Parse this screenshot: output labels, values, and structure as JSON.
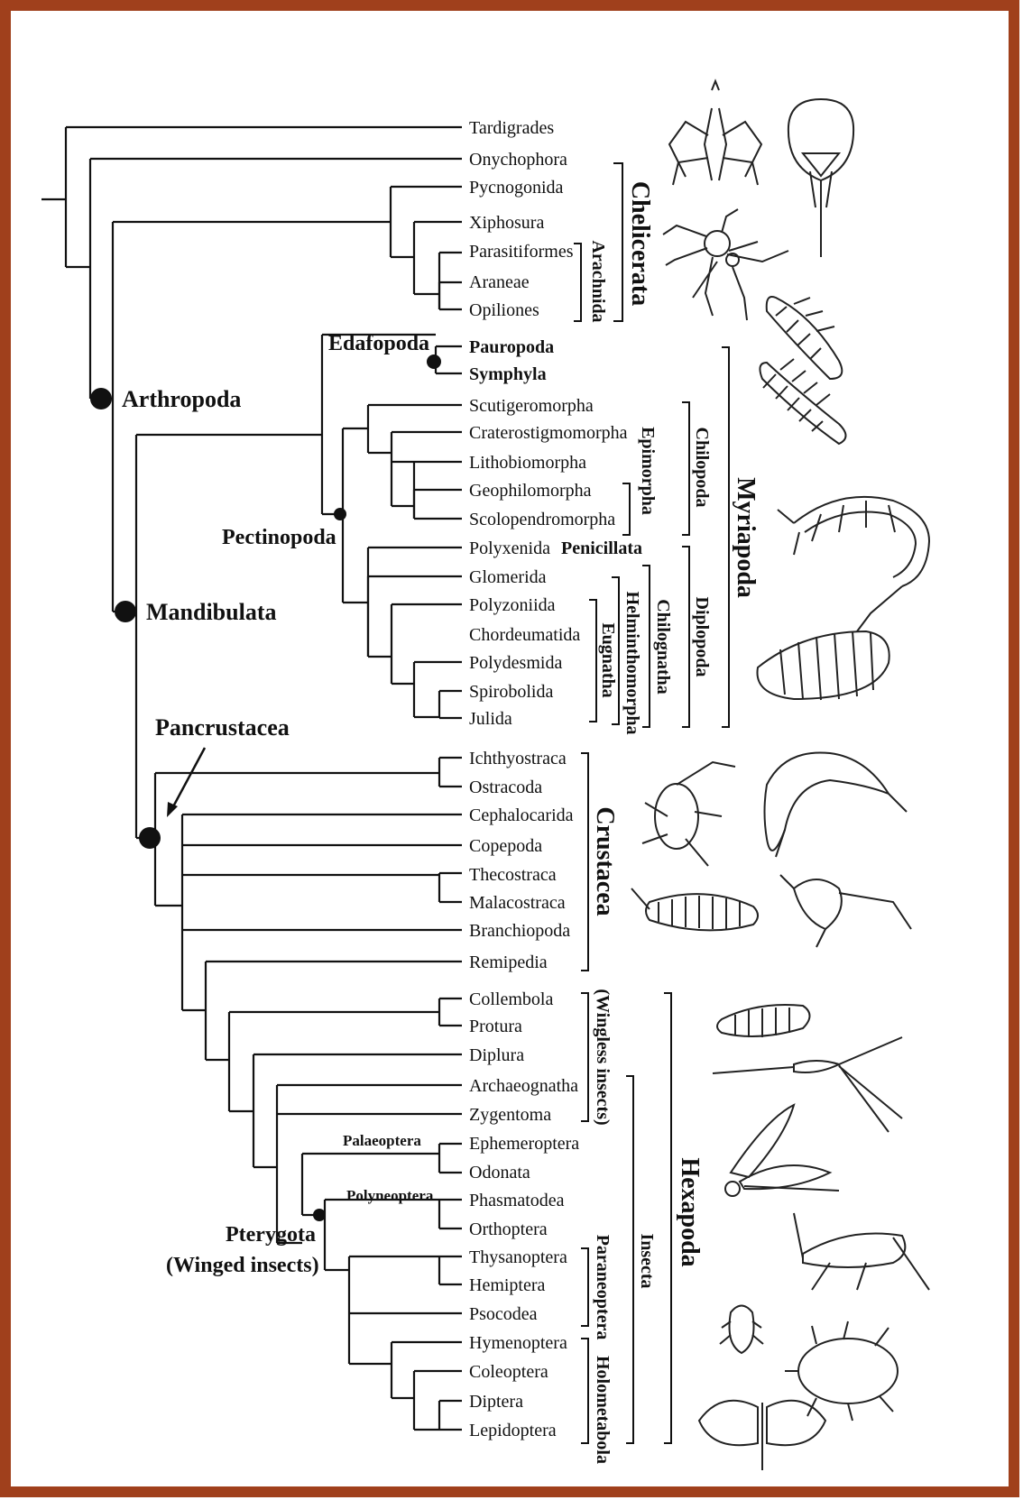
{
  "colors": {
    "frame": "#a0401c",
    "ink": "#111111"
  },
  "taxa": [
    "Tardigrades",
    "Onychophora",
    "Pycnogonida",
    "Xiphosura",
    "Parasitiformes",
    "Araneae",
    "Opiliones",
    "Pauropoda",
    "Symphyla",
    "Scutigeromorpha",
    "Craterostigmomorpha",
    "Lithobiomorpha",
    "Geophilomorpha",
    "Scolopendromorpha",
    "Polyxenida",
    "Glomerida",
    "Polyzoniida",
    "Chordeumatida",
    "Polydesmida",
    "Spirobolida",
    "Julida",
    "Ichthyostraca",
    "Ostracoda",
    "Cephalocarida",
    "Copepoda",
    "Thecostraca",
    "Malacostraca",
    "Branchiopoda",
    "Remipedia",
    "Collembola",
    "Protura",
    "Diplura",
    "Archaeognatha",
    "Zygentoma",
    "Ephemeroptera",
    "Odonata",
    "Phasmatodea",
    "Orthoptera",
    "Thysanoptera",
    "Hemiptera",
    "Psocodea",
    "Hymenoptera",
    "Coleoptera",
    "Diptera",
    "Lepidoptera"
  ],
  "node_labels": {
    "arthropoda": "Arthropoda",
    "mandibulata": "Mandibulata",
    "pancrustacea": "Pancrustacea",
    "edafopoda": "Edafopoda",
    "pectinopoda": "Pectinopoda",
    "pterygota": "Pterygota",
    "winged_insects": "(Winged insects)",
    "palaeoptera": "Palaeoptera",
    "polyneoptera": "Polyneoptera",
    "penicillata": "Penicillata"
  },
  "group_labels": {
    "chelicerata": "Chelicerata",
    "arachnida": "Arachnida",
    "myriapoda": "Myriapoda",
    "chilopoda": "Chilopoda",
    "epimorpha": "Epimorpha",
    "diplopoda": "Diplopoda",
    "chilognatha": "Chilognatha",
    "helminthomorpha": "Helminthomorpha",
    "eugnatha": "Eugnatha",
    "crustacea": "Crustacea",
    "wingless_insects": "(Wingless insects)",
    "hexapoda": "Hexapoda",
    "insecta": "Insecta",
    "paraneoptera": "Paraneoptera",
    "holometabola": "Holometabola"
  },
  "illustrations": [
    "sea-spider-drawing",
    "horseshoe-crab-drawing",
    "spider-drawing",
    "pauropod-drawing",
    "symphylan-drawing",
    "centipede-drawing",
    "millipede-drawing",
    "remipede-drawing",
    "copepod-drawing",
    "shrimp-drawing",
    "ostracod-drawing",
    "springtail-drawing",
    "silverfish-drawing",
    "dragonfly-drawing",
    "grasshopper-drawing",
    "louse-drawing",
    "beetle-drawing",
    "moth-drawing"
  ]
}
